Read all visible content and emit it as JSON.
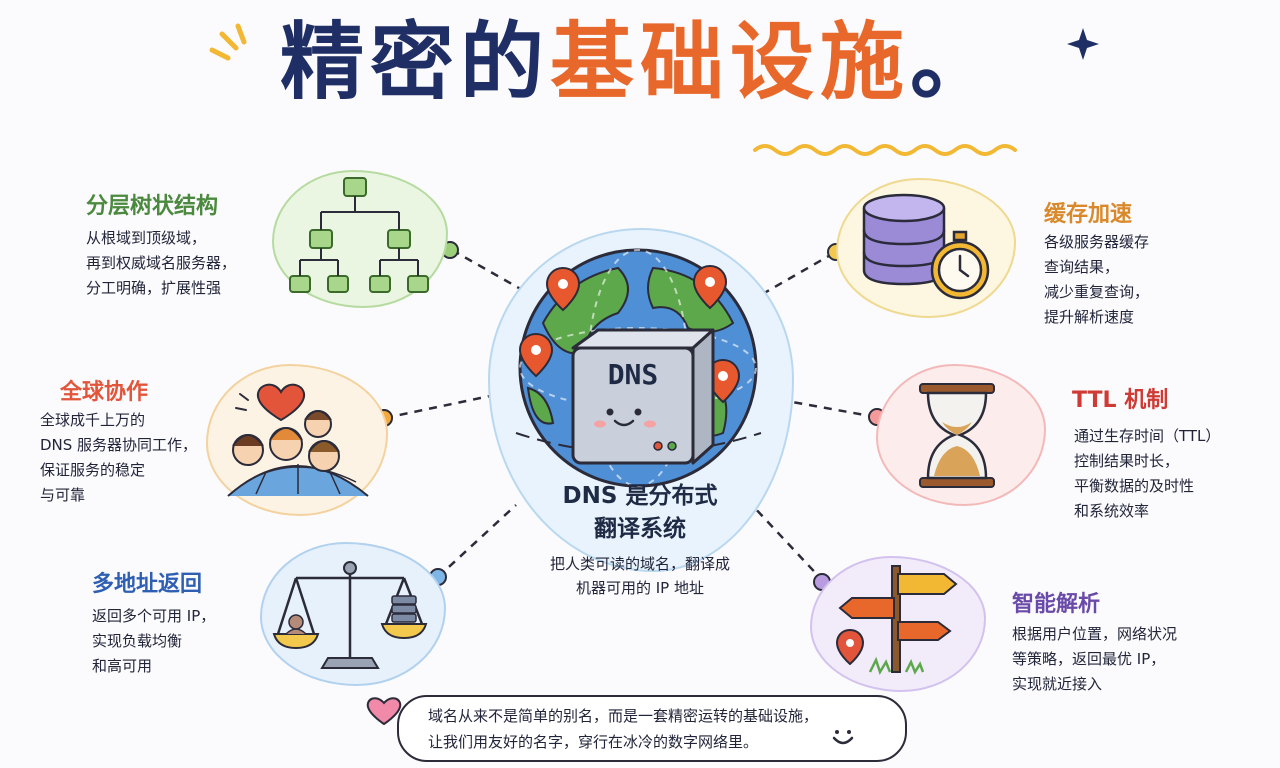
{
  "title": {
    "part1": "精密的",
    "part2": "基础设施",
    "end": "。"
  },
  "center": {
    "server_label": "DNS",
    "title_line1": "DNS 是分布式",
    "title_line2": "翻译系统",
    "desc_line1": "把人类可读的域名，翻译成",
    "desc_line2": "机器可用的 IP 地址"
  },
  "features": {
    "tree": {
      "title": "分层树状结构",
      "lines": [
        "从根域到顶级域，",
        "再到权威域名服务器，",
        "分工明确，扩展性强"
      ]
    },
    "global": {
      "title": "全球协作",
      "lines": [
        "全球成千上万的",
        "DNS 服务器协同工作，",
        "保证服务的稳定",
        "与可靠"
      ]
    },
    "multi": {
      "title": "多地址返回",
      "lines": [
        "返回多个可用 IP，",
        "实现负载均衡",
        "和高可用"
      ]
    },
    "cache": {
      "title": "缓存加速",
      "lines": [
        "各级服务器缓存",
        "查询结果，",
        "减少重复查询，",
        "提升解析速度"
      ]
    },
    "ttl": {
      "title": "TTL 机制",
      "lines": [
        "通过生存时间（TTL）",
        "控制结果时长，",
        "平衡数据的及时性",
        "和系统效率"
      ]
    },
    "smart": {
      "title": "智能解析",
      "lines": [
        "根据用户位置，网络状况",
        "等策略，返回最优 IP，",
        "实现就近接入"
      ]
    }
  },
  "quote": {
    "line1": "域名从来不是简单的别名，而是一套精密运转的基础设施，",
    "line2": "让我们用友好的名字，穿行在冰冷的数字网络里。"
  },
  "colors": {
    "navy": "#1f2f66",
    "orange": "#e8682b",
    "green": "#4b8a3e",
    "red": "#e2553a",
    "blue": "#2f5fb3",
    "amber": "#d9892a",
    "crimson": "#cf3b34",
    "purple": "#6a4aa8"
  }
}
